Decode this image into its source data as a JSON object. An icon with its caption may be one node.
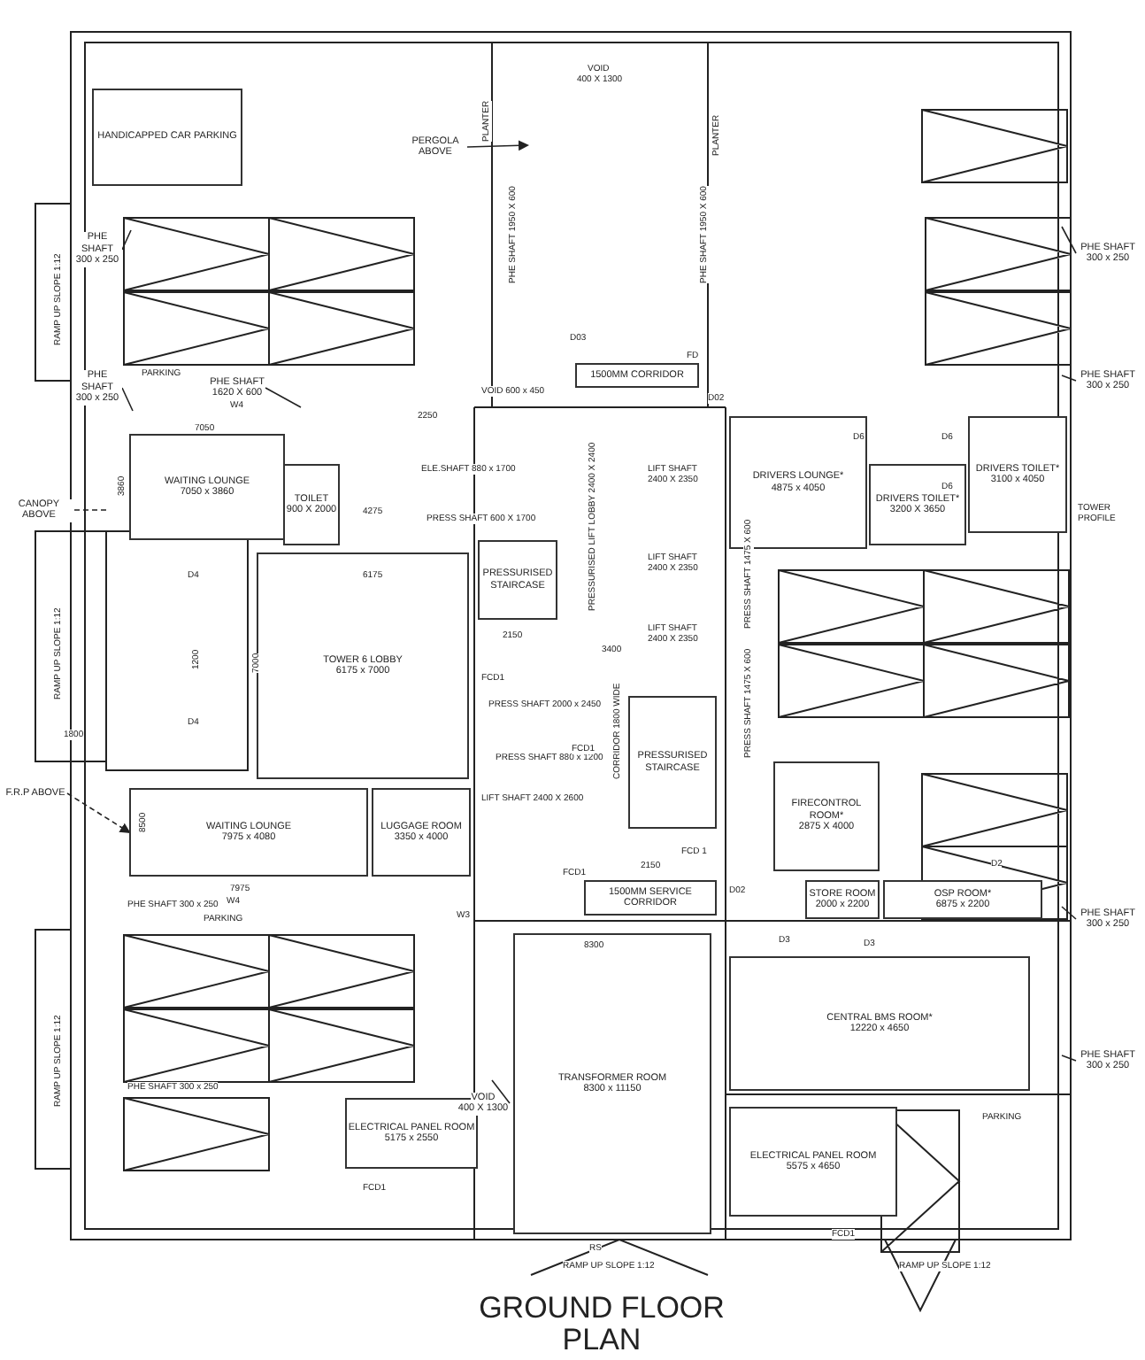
{
  "diagram": {
    "title": "GROUND FLOOR PLAN",
    "nodes": [
      {
        "text": [
          "HANDICAPPED CAR PARKING"
        ]
      },
      {
        "text": [
          "PERGOLA ABOVE"
        ]
      },
      {
        "text": [
          "WAITING LOUNGE",
          "7050 x 3860"
        ]
      },
      {
        "text": [
          "TOILET",
          "900 X 2000"
        ]
      },
      {
        "text": [
          "TOWER 6 LOBBY",
          "6175 x 7000"
        ]
      },
      {
        "text": [
          "WAITING LOUNGE",
          "7975 x 4080"
        ]
      },
      {
        "text": [
          "LUGGAGE ROOM",
          "3350 x 4000"
        ]
      },
      {
        "text": [
          "PRESSURISED STAIRCASE"
        ]
      },
      {
        "text": [
          "PRESSURISED STAIRCASE"
        ]
      },
      {
        "text": [
          "DRIVERS LOUNGE*",
          "4875 x 4050"
        ]
      },
      {
        "text": [
          "DRIVERS TOILET*",
          "3200 X 3650"
        ]
      },
      {
        "text": [
          "DRIVERS TOILET*",
          "3100 x 4050"
        ]
      },
      {
        "text": [
          "FIRECONTROL ROOM*",
          "2875 X 4000"
        ]
      },
      {
        "text": [
          "STORE ROOM",
          "2000 x 2200"
        ]
      },
      {
        "text": [
          "OSP ROOM*",
          "6875 x 2200"
        ]
      },
      {
        "text": [
          "CENTRAL BMS ROOM*",
          "12220 x 4650"
        ]
      },
      {
        "text": [
          "TRANSFORMER ROOM",
          "8300 x 11150"
        ]
      },
      {
        "text": [
          "ELECTRICAL PANEL ROOM",
          "5175 x 2550"
        ]
      },
      {
        "text": [
          "ELECTRICAL PANEL ROOM",
          "5575 x 4650"
        ]
      },
      {
        "text": [
          "1500MM CORRIDOR"
        ]
      },
      {
        "text": [
          "1500MM SERVICE CORRIDOR"
        ]
      },
      {
        "text": [
          "PHE SHAFT",
          "300 x 250"
        ]
      },
      {
        "text": [
          "PHE SHAFT",
          "300 x 250"
        ]
      },
      {
        "text": [
          "PHE SHAFT",
          "1620 X 600"
        ]
      },
      {
        "text": [
          "PHE SHAFT",
          "300 x 250"
        ]
      },
      {
        "text": [
          "PHE SHAFT",
          "300 x 250"
        ]
      },
      {
        "text": [
          "PHE SHAFT",
          "300 x 250"
        ]
      },
      {
        "text": [
          "PHE SHAFT",
          "300 x 250"
        ]
      },
      {
        "text": [
          "CANOPY ABOVE"
        ]
      },
      {
        "text": [
          "F.R.P ABOVE"
        ]
      },
      {
        "text": [
          "VOID",
          "400 X 1300"
        ]
      }
    ],
    "edges": [
      {
        "from": 1,
        "to": null,
        "arrow": "to"
      },
      {
        "from": 21,
        "to": null,
        "arrow": "none"
      },
      {
        "from": 22,
        "to": null,
        "arrow": "none"
      },
      {
        "from": 23,
        "to": null,
        "arrow": "none"
      },
      {
        "from": 24,
        "to": null,
        "arrow": "none"
      },
      {
        "from": 25,
        "to": null,
        "arrow": "none"
      },
      {
        "from": 26,
        "to": null,
        "arrow": "none"
      },
      {
        "from": 27,
        "to": null,
        "arrow": "none"
      },
      {
        "from": 28,
        "to": null,
        "arrow": "none",
        "style": "dashed"
      },
      {
        "from": 29,
        "to": 5,
        "arrow": "to",
        "style": "dashed"
      },
      {
        "from": 30,
        "to": null,
        "arrow": "none"
      }
    ],
    "labels": [
      "VOID",
      "400 X 1300",
      "PLANTER",
      "PLANTER",
      "PHE SHAFT 1950 X 600",
      "PHE SHAFT 1950 X 600",
      "D03",
      "FD",
      "D02",
      "VOID 600 x 450",
      "2250",
      "7050",
      "3860",
      "4275",
      "ELE.SHAFT 880 x 1700",
      "PRESS SHAFT 600 X 1700",
      "6175",
      "7000",
      "1200",
      "D4",
      "D4",
      "1800",
      "2150",
      "FCD1",
      "PRESS SHAFT 2000 x 2450",
      "PRESS SHAFT 880 x 1200",
      "LIFT SHAFT 2400 X 2600",
      "8500",
      "7975",
      "W3",
      "W4",
      "PARKING",
      "PARKING",
      "W4",
      "LIFT SHAFT 2400 X 2350",
      "LIFT SHAFT 2400 X 2350",
      "LIFT SHAFT 2400 X 2350",
      "PRESS SHAFT 1475 X 600",
      "PRESS SHAFT 1475 X 600",
      "CORRIDOR 1800 WIDE",
      "PRESSURISED LIFT LOBBY 2400 X 2400",
      "3400",
      "FCD1",
      "FCD 1",
      "2150",
      "FCD1",
      "D02",
      "8300",
      "D6",
      "D6",
      "D6",
      "D2",
      "D3",
      "D3",
      "PARKING",
      "FCD1",
      "RS",
      "RAMP UP SLOPE 1:12",
      "RAMP UP SLOPE 1:12",
      "FCD1",
      "RAMP UP SLOPE 1:12",
      "RAMP UP SLOPE 1:12",
      "RAMP UP SLOPE 1:12",
      "TOWER PROFILE",
      "PHE SHAFT 300 x 250",
      "PHE SHAFT 300 x 250"
    ]
  }
}
